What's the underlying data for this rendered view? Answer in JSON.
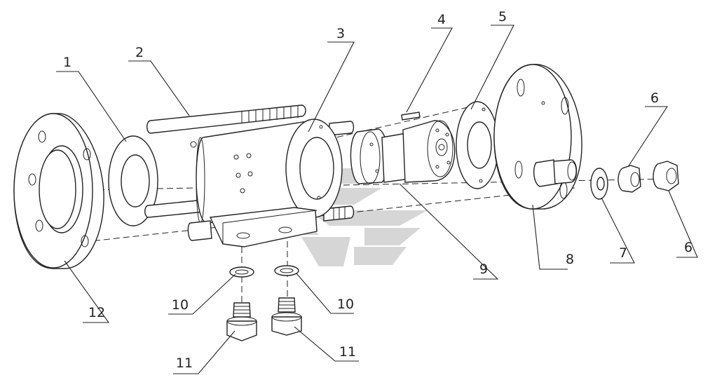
{
  "diagram": {
    "parts": [
      {
        "id": "p1",
        "label": "1"
      },
      {
        "id": "p2",
        "label": "2"
      },
      {
        "id": "p3",
        "label": "3"
      },
      {
        "id": "p4",
        "label": "4"
      },
      {
        "id": "p5",
        "label": "5"
      },
      {
        "id": "p6a",
        "label": "6"
      },
      {
        "id": "p6b",
        "label": "6"
      },
      {
        "id": "p7",
        "label": "7"
      },
      {
        "id": "p8",
        "label": "8"
      },
      {
        "id": "p9",
        "label": "9"
      },
      {
        "id": "p10a",
        "label": "10"
      },
      {
        "id": "p10b",
        "label": "10"
      },
      {
        "id": "p11a",
        "label": "11"
      },
      {
        "id": "p11b",
        "label": "11"
      },
      {
        "id": "p12",
        "label": "12"
      }
    ]
  },
  "colors": {
    "line": "#222222",
    "background": "#ffffff",
    "watermark": "#cfcfcf"
  }
}
